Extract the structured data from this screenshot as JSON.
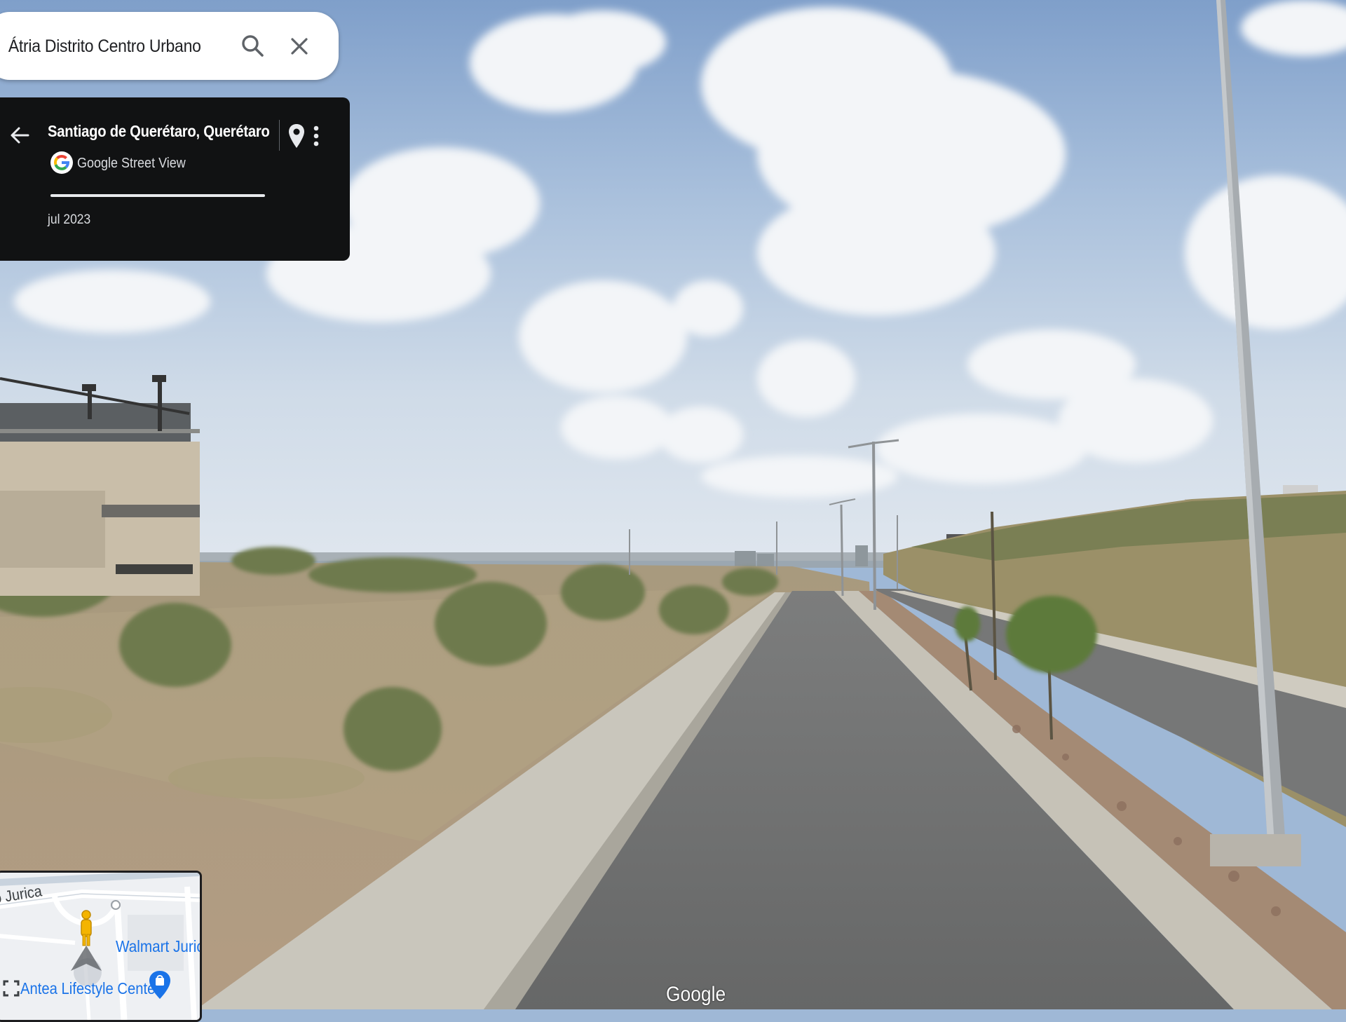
{
  "search": {
    "value": "Átria Distrito Centro Urbano",
    "search_icon": "search-icon",
    "clear_icon": "close-icon"
  },
  "info_card": {
    "back_icon": "arrow-back-icon",
    "title": "Santiago de Querétaro, Querétaro",
    "pin_icon": "location-pin-icon",
    "more_icon": "more-vert-icon",
    "source": "Google Street View",
    "date": "jul 2023"
  },
  "minimap": {
    "road_label": "o Jurica",
    "walmart_label": "Walmart Juric",
    "antea_label": "Antea Lifestyle Center",
    "pegman_icon": "pegman-icon",
    "shop_icon": "shopping-bag-pin-icon",
    "expand_icon": "expand-icon"
  },
  "watermark": "Google",
  "colors": {
    "card_bg": "#111213",
    "accent_blue": "#1a73e8",
    "sky": "#9fb8d6",
    "road": "#6d6e6e"
  }
}
